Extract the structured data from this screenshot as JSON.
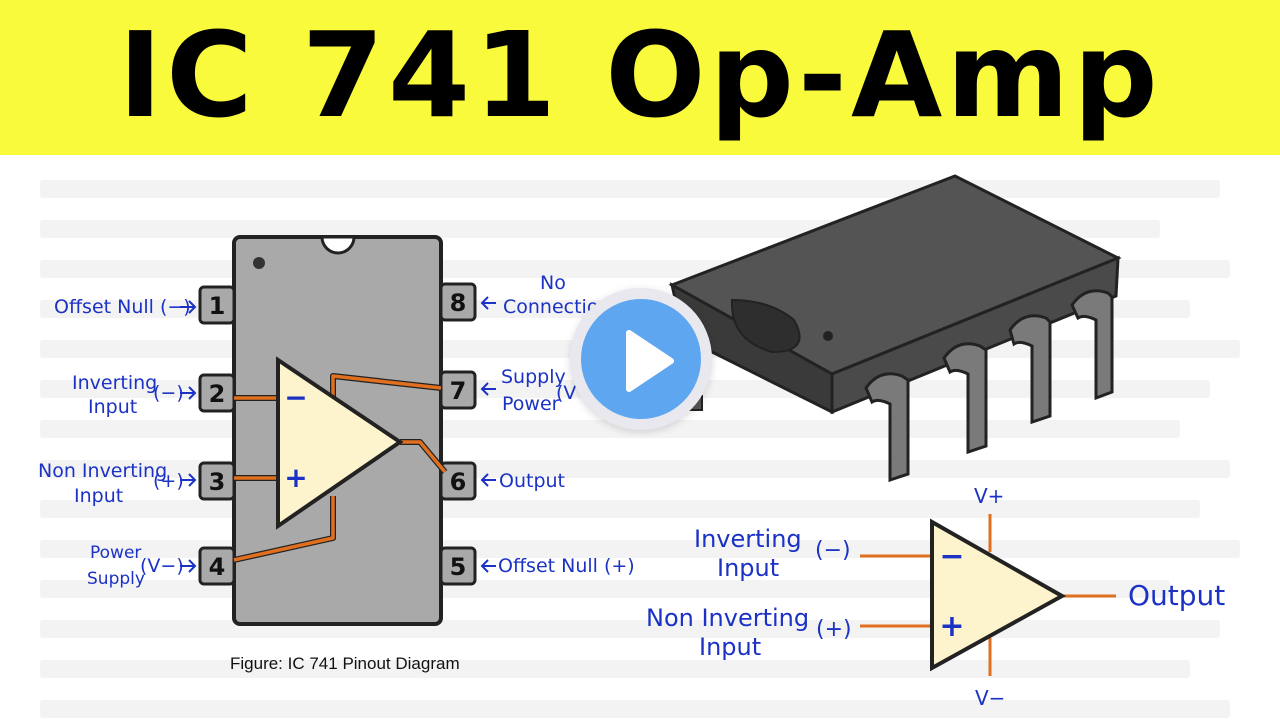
{
  "title": "IC 741 Op-Amp",
  "pinout": {
    "pins": [
      {
        "num": "1",
        "label": "Offset Null (−)"
      },
      {
        "num": "2",
        "label_line1": "Inverting",
        "label_line2": "Input",
        "symbol": "(−)"
      },
      {
        "num": "3",
        "label_line1": "Non Inverting",
        "label_line2": "Input",
        "symbol": "(+)"
      },
      {
        "num": "4",
        "label_line1": "Power",
        "label_line2": "Supply",
        "symbol": "(V−)"
      },
      {
        "num": "5",
        "label": "Offset Null (+)"
      },
      {
        "num": "6",
        "label": "Output"
      },
      {
        "num": "7",
        "label_line1": "Supply",
        "label_line2": "Power",
        "symbol": "(V"
      },
      {
        "num": "8",
        "label_line1": "No",
        "label_line2": "Connection"
      }
    ],
    "minus_sign": "−",
    "plus_sign": "+",
    "caption": "Figure: IC 741 Pinout Diagram"
  },
  "symbol": {
    "vplus": "V+",
    "vminus": "V−",
    "inverting_line1": "Inverting",
    "inverting_line2": "Input",
    "inverting_sym": "(−)",
    "noninverting_line1": "Non Inverting",
    "noninverting_line2": "Input",
    "noninverting_sym": "(+)",
    "output": "Output",
    "minus_sign": "−",
    "plus_sign": "+"
  },
  "colors": {
    "banner": "#fafa3c",
    "label_blue": "#1b32c4",
    "wire_orange": "#e07020",
    "triangle_fill": "#fdf3cc",
    "chip_body": "#a9a9a9",
    "play_blue": "#5ea7f0"
  },
  "icons": {
    "play": "play-icon",
    "arrow": "arrow-right-icon"
  }
}
